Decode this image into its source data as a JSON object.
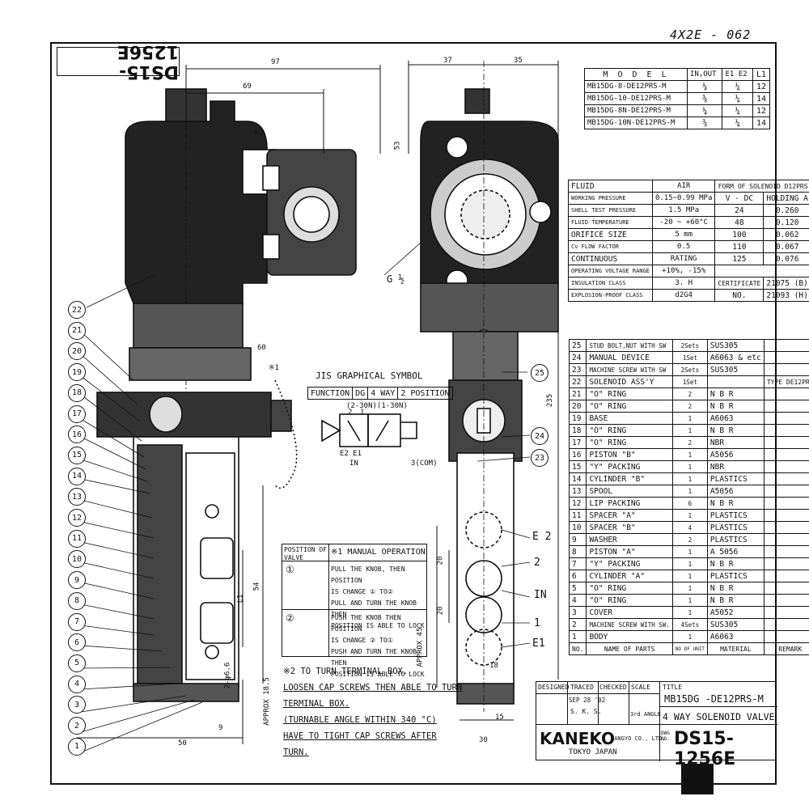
{
  "doc_ref_top": "4X2E - 062",
  "doc_no_rotated": "DS15-1256E",
  "dims": {
    "d97": "97",
    "d69": "69",
    "d37": "37",
    "d35": "35",
    "d53": "53",
    "d60": "60",
    "d235": "235",
    "d54": "54",
    "l1": "L1",
    "d20a": "20",
    "d20b": "20",
    "approx45": "APPROX 45",
    "d18": "18",
    "d15": "15",
    "d30": "30",
    "d50": "50",
    "d9": "9",
    "approx185": "APPROX 18.5",
    "hole": "2-φ6.6",
    "g12": "G ½",
    "note2": "※2",
    "note1": "※1"
  },
  "ports": {
    "e2": "E 2",
    "p2": "2",
    "pin": "IN",
    "p1": "1",
    "e1": "E1"
  },
  "balloons": [
    "1",
    "2",
    "3",
    "4",
    "5",
    "6",
    "7",
    "8",
    "9",
    "10",
    "11",
    "12",
    "13",
    "14",
    "15",
    "16",
    "17",
    "18",
    "19",
    "20",
    "21",
    "22"
  ],
  "balloons_right": [
    "25",
    "24",
    "23"
  ],
  "model_table": {
    "header": [
      "M O D E L",
      "IN,OUT",
      "E1 E2",
      "L1"
    ],
    "rows": [
      [
        "MB15DG-8-DE12PRS-M",
        "¼",
        "¼",
        "12"
      ],
      [
        "MB15DG-10-DE12PRS-M",
        "⅜",
        "¼",
        "14"
      ],
      [
        "MB15DG-8N-DE12PRS-M",
        "¼",
        "¼",
        "12"
      ],
      [
        "MB15DG-10N-DE12PRS-M",
        "⅜",
        "¼",
        "14"
      ]
    ]
  },
  "spec_table": {
    "left": [
      [
        "FLUID",
        "AIR"
      ],
      [
        "WORKING PRESSURE",
        "0.15~0.99 MPa"
      ],
      [
        "SHELL TEST PRESSURE",
        "1.5 MPa"
      ],
      [
        "FLUID TEMPERATURE",
        "-20 ~ +60°C"
      ],
      [
        "ORIFICE SIZE",
        "5 mm"
      ],
      [
        "Cv FLOW FACTOR",
        "0.5"
      ],
      [
        "CONTINUOUS",
        "RATING"
      ],
      [
        "OPERATING VOLTAGE RANGE",
        "+10%, -15%"
      ],
      [
        "INSULATION CLASS",
        "3. H"
      ],
      [
        "EXPLOSION-PROOF CLASS",
        "d2G4"
      ]
    ],
    "form_header": "FORM OF SOLENOID D12PRS",
    "form_cols": [
      "V - DC",
      "HOLDING A"
    ],
    "form_rows": [
      [
        "24",
        "0.260"
      ],
      [
        "48",
        "0.120"
      ],
      [
        "100",
        "0.062"
      ],
      [
        "110",
        "0.067"
      ],
      [
        "125",
        "0.076"
      ]
    ],
    "certificate_label": "CERTIFICATE",
    "certificate_value": "21075 (B)",
    "no_label": "NO.",
    "no_value": "21093 (H)"
  },
  "parts_table": {
    "rows": [
      [
        "25",
        "STUD BOLT,NUT WITH SW",
        "2Sets",
        "SUS305",
        ""
      ],
      [
        "24",
        "MANUAL DEVICE",
        "1Set",
        "A6063 & etc",
        ""
      ],
      [
        "23",
        "MACHINE SCREW WITH SW",
        "2Sets",
        "SUS305",
        ""
      ],
      [
        "22",
        "SOLENOID ASS'Y",
        "1Set",
        "",
        "TYPE DE12PRS"
      ],
      [
        "21",
        "\"O\" RING",
        "2",
        "N B R",
        ""
      ],
      [
        "20",
        "\"O\" RING",
        "2",
        "N B R",
        ""
      ],
      [
        "19",
        "BASE",
        "1",
        "A6063",
        ""
      ],
      [
        "18",
        "\"O\" RING",
        "1",
        "N B R",
        ""
      ],
      [
        "17",
        "\"O\" RING",
        "2",
        "NBR",
        ""
      ],
      [
        "16",
        "PISTON \"B\"",
        "1",
        "A5056",
        ""
      ],
      [
        "15",
        "\"Y\" PACKING",
        "1",
        "NBR",
        ""
      ],
      [
        "14",
        "CYLINDER \"B\"",
        "1",
        "PLASTICS",
        ""
      ],
      [
        "13",
        "SPOOL",
        "1",
        "A5056",
        ""
      ],
      [
        "12",
        "LIP PACKING",
        "6",
        "N B R",
        ""
      ],
      [
        "11",
        "SPACER \"A\"",
        "1",
        "PLASTICS",
        ""
      ],
      [
        "10",
        "SPACER \"B\"",
        "4",
        "PLASTICS",
        ""
      ],
      [
        "9",
        "WASHER",
        "2",
        "PLASTICS",
        ""
      ],
      [
        "8",
        "PISTON \"A\"",
        "1",
        "A 5056",
        ""
      ],
      [
        "7",
        "\"Y\" PACKING",
        "1",
        "N B R",
        ""
      ],
      [
        "6",
        "CYLINDER \"A\"",
        "1",
        "PLASTICS",
        ""
      ],
      [
        "5",
        "\"O\" RING",
        "1",
        "N B R",
        ""
      ],
      [
        "4",
        "\"O\" RING",
        "1",
        "N B R",
        ""
      ],
      [
        "3",
        "COVER",
        "1",
        "A5052",
        ""
      ],
      [
        "2",
        "MACHINE SCREW WITH SW.",
        "4Sets",
        "SUS305",
        ""
      ],
      [
        "1",
        "BODY",
        "1",
        "A6063",
        ""
      ]
    ],
    "footer": [
      "NO.",
      "NAME OF PARTS",
      "NO OF UNIT",
      "MATERIAL",
      "REMARK"
    ]
  },
  "jis": {
    "title": "JIS GRAPHICAL SYMBOL",
    "function_label": "FUNCTION",
    "function_value": "DG",
    "ways": "4 WAY",
    "position": "2 POSITION",
    "ports_note": "(2-30N)(1-30N)",
    "e2e1": "E2 E1",
    "in": "IN",
    "com": "3(COM)",
    "n2": "2",
    "n1": "1"
  },
  "manual_op": {
    "col1": "POSITION OF VALVE",
    "col2": "※1 MANUAL OPERATION",
    "pos1": "①",
    "pos2": "②",
    "text1": [
      "PULL THE KNOB, THEN POSITION",
      "IS CHANGE ① TO②",
      "PULL AND TURN THE KNOB THEN",
      "POSITION IS ABLE TO LOCK"
    ],
    "text2": [
      "PUSH THE KNOB THEN POSITION",
      "IS CHANGE ② TO①",
      "PUSH AND TURN THE KNOB THEN",
      "POSITION IS ABLE TO LOCK"
    ]
  },
  "terminal_note": [
    "※2  TO TURN TERMINAL BOX.",
    "LOOSEN CAP SCREWS THEN ABLE TO TURN",
    "TERMINAL BOX.",
    "(TURNABLE ANGLE WITHIN  340 °C)",
    "HAVE TO TIGHT CAP SCREWS AFTER",
    "TURN."
  ],
  "title_block": {
    "designed": "DESIGNED",
    "traced": "TRACED",
    "checked": "CHECKED",
    "scale": "SCALE",
    "title_label": "TITLE",
    "date": "SEP 28 '02",
    "traced_by": "S. K. S.",
    "angle": "3rd ANGLE",
    "model": "MB15DG -DE12PRS-M",
    "desc": "4 WAY SOLENOID VALVE",
    "company": "KANEKO",
    "company_sub": "SANGYO CO., LTD.",
    "city": "TOKYO JAPAN",
    "dwg_label": "DWG NO.",
    "dwg_no": "DS15-1256E"
  }
}
